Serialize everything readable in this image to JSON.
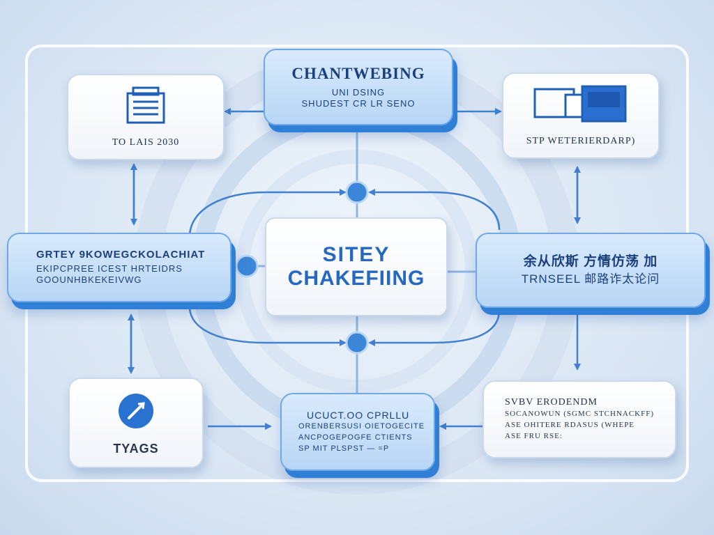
{
  "nodes": {
    "top": {
      "title": "CHANTWEBING",
      "lines": [
        "UNI DSING",
        "SHUDEST CR LR SENO"
      ]
    },
    "top_left": {
      "icon": "clipboard-icon",
      "label": "TO LAIS 2030"
    },
    "top_right": {
      "icon": "windows-icon",
      "label": "STP WETERIERDARP)"
    },
    "center": {
      "title_line1": "SITEY",
      "title_line2": "CHAKEFIING"
    },
    "left": {
      "lines": [
        "GRTEY 9KOWEGCKOLACHIAT",
        "EKIPCPREE ICEST HRTEIDRS",
        "GOOUNHBKEKEIVWG"
      ]
    },
    "right": {
      "lines": [
        "余从欣斯   方情仿荡 加",
        "TRNSEEL   邮路诈太论问"
      ]
    },
    "bottom_left": {
      "icon": "edit-pencil-icon",
      "label": "TYAGS"
    },
    "bottom_center": {
      "lines": [
        "UCUCT.OO CPRLLU",
        "ORENBERSUSI OIETOGECITE",
        "ANCPOGEPOGFE CTIENTS",
        "SP MIT PLSPST — =P"
      ]
    },
    "bottom_right": {
      "lines": [
        "SVBV ERODENDM",
        "SOCANOWUN (SGMC STCHNACKFF)",
        "ASE OHITERE RDASUS (WHEPE",
        "ASE FRU RSE:"
      ]
    }
  },
  "colors": {
    "accent": "#2f7fd6",
    "text": "#1b3f7a",
    "connector": "#4a86cf",
    "frame": "#ffffff"
  }
}
